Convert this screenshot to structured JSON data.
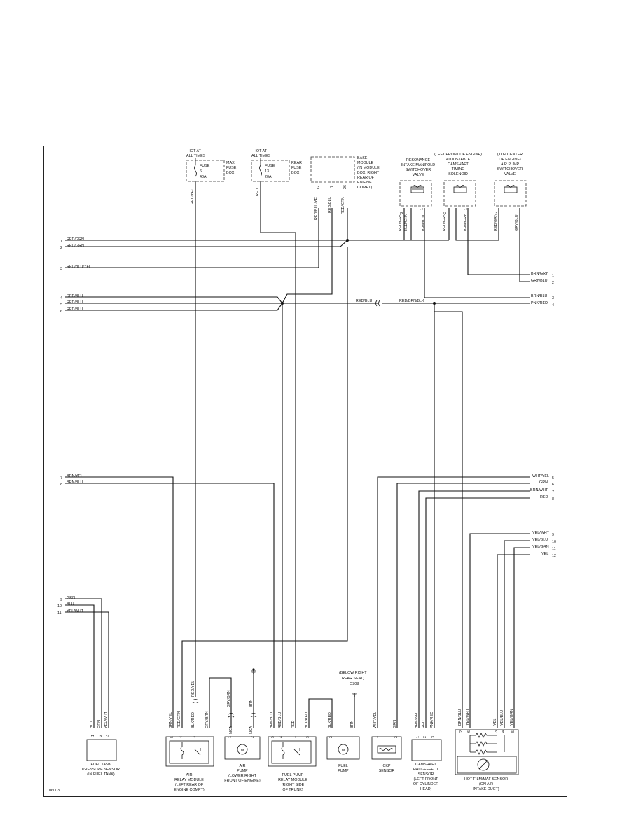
{
  "diagram_id": "106003",
  "fuses": [
    {
      "hot": "HOT AT",
      "hot2": "ALL TIMES",
      "l1": "FUSE",
      "l2": "6",
      "l3": "40A",
      "box1": "MAXI",
      "box2": "FUSE",
      "box3": "BOX",
      "wire": "RED/YEL"
    },
    {
      "hot": "HOT AT",
      "hot2": "ALL TIMES",
      "l1": "FUSE",
      "l2": "13",
      "l3": "20A",
      "box1": "REAR",
      "box2": "FUSE",
      "box3": "BOX",
      "wire": "RED"
    }
  ],
  "base_module": {
    "lines": [
      "BASE",
      "MODULE",
      "(IN MODULE",
      "BOX, RIGHT",
      "REAR OF",
      "ENGINE",
      "COMPT)"
    ],
    "pins": [
      "12",
      "7",
      "26"
    ],
    "wires": [
      "RED/BLU/YEL",
      "RED/BLU",
      "RED/GRN"
    ]
  },
  "valves": [
    {
      "lines": [
        "RESONANCE",
        "INTAKE MANIFOLD",
        "SWITCHOVER",
        "VALVE"
      ],
      "pins": [
        "2",
        "1"
      ],
      "wires": [
        "RED/GRN",
        "RED/GRN",
        "BRN/BLU"
      ]
    },
    {
      "lines": [
        "(LEFT FRONT OF ENGINE)",
        "ADJUSTABLE",
        "CAMSHAFT",
        "TIMING",
        "SOLENOID"
      ],
      "pins": [
        "2",
        "1"
      ],
      "wires": [
        "RED/GRN",
        "BRN/GRY"
      ]
    },
    {
      "lines": [
        "(TOP CENTER",
        "OF ENGINE)",
        "AIR PUMP",
        "SWITCHOVER",
        "VALVE"
      ],
      "pins": [
        "2",
        "1"
      ],
      "wires": [
        "RED/GRN",
        "GRY/BLU"
      ]
    }
  ],
  "left_wires": [
    {
      "n": "1",
      "label": "RED/GRN"
    },
    {
      "n": "2",
      "label": "RED/GRN"
    },
    {
      "n": "3",
      "label": "RED/BLU/YEL"
    },
    {
      "n": "4",
      "label": "RED/BLU"
    },
    {
      "n": "5",
      "label": "RED/BLU"
    },
    {
      "n": "6",
      "label": "RED/BLU"
    },
    {
      "n": "7",
      "label": "BRN/YEL"
    },
    {
      "n": "8",
      "label": "BRN/BLU"
    },
    {
      "n": "9",
      "label": "GRN"
    },
    {
      "n": "10",
      "label": "BLU"
    },
    {
      "n": "11",
      "label": "YEL/WHT"
    }
  ],
  "right_wires": [
    {
      "n": "1",
      "label": "BRN/GRY"
    },
    {
      "n": "2",
      "label": "GRY/BLU"
    },
    {
      "n": "3",
      "label": "BRN/BLU"
    },
    {
      "n": "4",
      "label": "PNK/RED"
    },
    {
      "n": "5",
      "label": "WHT/YEL"
    },
    {
      "n": "6",
      "label": "GRN"
    },
    {
      "n": "7",
      "label": "BRN/WHT"
    },
    {
      "n": "8",
      "label": "RED"
    },
    {
      "n": "9",
      "label": "YEL/WHT"
    },
    {
      "n": "10",
      "label": "YEL/BLU"
    },
    {
      "n": "11",
      "label": "YEL/GRN"
    },
    {
      "n": "12",
      "label": "YEL"
    }
  ],
  "mid_labels": {
    "a": "RED/BLU",
    "b": "RED/BPN/BLK"
  },
  "ground": {
    "l1": "(BELOW RIGHT",
    "l2": "REAR SEAT)",
    "l3": "G303"
  },
  "components": [
    {
      "name": [
        "FUEL TANK",
        "PRESSURE SENSOR",
        "(IN FUEL TANK)"
      ],
      "pins": [
        "1",
        "2",
        "3"
      ],
      "wires": [
        "BLU",
        "GRN",
        "YEL/WHT"
      ]
    },
    {
      "name": [
        "AIR",
        "RELAY MODULE",
        "(LEFT REAR OF",
        "ENGINE COMPT)"
      ],
      "pins": [
        "5",
        "4",
        "3",
        "1"
      ],
      "wires": [
        "BRN/YEL",
        "RED/GRN",
        "BLK/RED",
        "GRY/BRN"
      ]
    },
    {
      "name": [
        "AIR",
        "PUMP",
        "(LOWER RIGHT",
        "FRONT OF ENGINE)"
      ],
      "pins": [
        "1",
        "2"
      ],
      "wires": [
        "NCA",
        "NCA"
      ],
      "extra": [
        "GRY/BRN",
        "BRN"
      ]
    },
    {
      "name": [
        "FUEL PUMP",
        "RELAY MODULE",
        "(RIGHT SIDE",
        "OF TRUNK)"
      ],
      "pins": [
        "5",
        "4",
        "1",
        "3"
      ],
      "wires": [
        "BRN/BLU",
        "RED/BLU",
        "RED",
        "BLK/RED"
      ]
    },
    {
      "name": [
        "FUEL",
        "PUMP"
      ],
      "pins": [
        "2",
        "1"
      ],
      "wires": [
        "BLK/RED",
        "BRN"
      ]
    },
    {
      "name": [
        "CKP",
        "SENSOR"
      ],
      "pins": [
        "1",
        "2"
      ],
      "wires": [
        "WHT/YEL",
        "GRN"
      ]
    },
    {
      "name": [
        "CAMSHAFT",
        "HALL-EFFECT",
        "SENSOR",
        "(LEFT FRONT",
        "OF CYLINDER",
        "HEAD)"
      ],
      "pins": [
        "1",
        "2",
        "3"
      ],
      "wires": [
        "BRN/WHT",
        "RED",
        "PNK/RED"
      ]
    },
    {
      "name": [
        "HOT FILM/MAF SENSOR",
        "(ON AIR",
        "INTAKE DUCT)"
      ],
      "pins": [
        "2",
        "6",
        "3",
        "4",
        "5"
      ],
      "wires": [
        "BRN/BLU",
        "YEL/WHT",
        "YEL",
        "YEL/BLU",
        "YEL/GRN"
      ]
    }
  ],
  "extra_wire": "RED/YEL"
}
